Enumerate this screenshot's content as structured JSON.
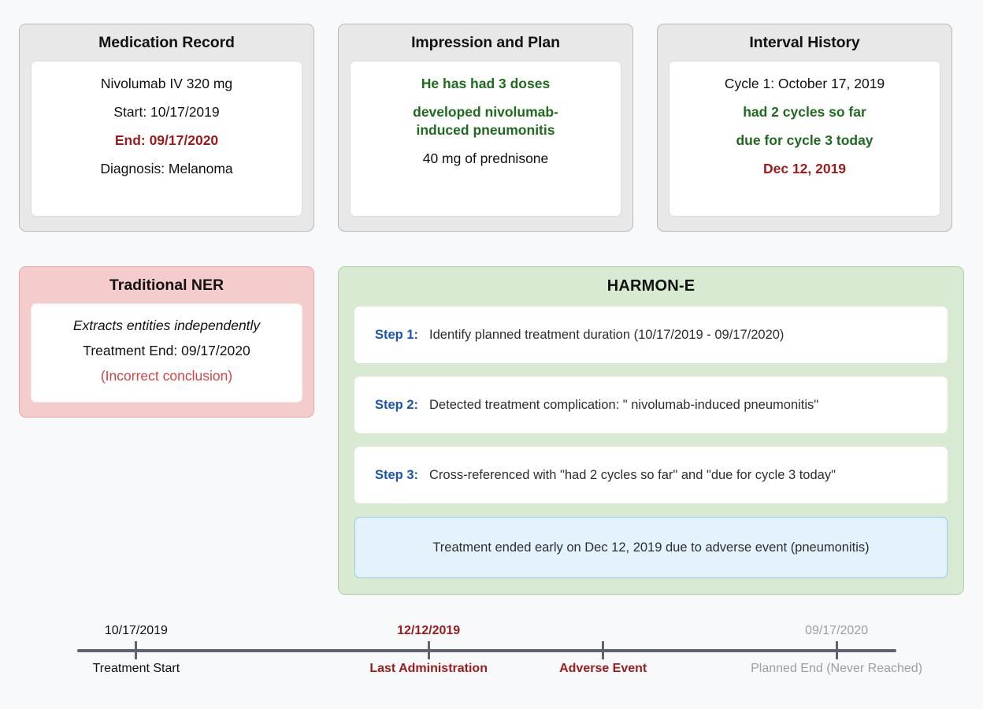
{
  "source_cards": [
    {
      "title": "Medication Record",
      "lines": [
        {
          "text": "Nivolumab IV 320 mg",
          "style": "plain"
        },
        {
          "text": "Start: 10/17/2019",
          "style": "plain"
        },
        {
          "text": "End: 09/17/2020",
          "style": "red"
        },
        {
          "text": "Diagnosis: Melanoma",
          "style": "plain"
        }
      ]
    },
    {
      "title": "Impression and Plan",
      "lines": [
        {
          "text": "He has had 3 doses",
          "style": "green"
        },
        {
          "text": "developed nivolumab-induced pneumonitis",
          "style": "green"
        },
        {
          "text": "40 mg of prednisone",
          "style": "plain"
        }
      ]
    },
    {
      "title": "Interval History",
      "lines": [
        {
          "text": "Cycle 1: October 17, 2019",
          "style": "plain"
        },
        {
          "text": "had 2 cycles so far",
          "style": "green"
        },
        {
          "text": "due for cycle 3 today",
          "style": "green"
        },
        {
          "text": "Dec 12, 2019",
          "style": "red"
        }
      ]
    }
  ],
  "ner_card": {
    "title": "Traditional NER",
    "line_italic": "Extracts entities independently",
    "line_value": "Treatment End: 09/17/2020",
    "line_verdict": "(Incorrect conclusion)"
  },
  "harmon": {
    "title": "HARMON-E",
    "steps": [
      {
        "label": "Step 1:",
        "text": "Identify planned treatment duration (10/17/2019 - 09/17/2020)"
      },
      {
        "label": "Step 2:",
        "text": "Detected treatment complication: \" nivolumab-induced pneumonitis\""
      },
      {
        "label": "Step 3:",
        "text": "Cross-referenced with \"had 2 cycles so far\" and \"due for cycle 3 today\""
      }
    ],
    "conclusion": "Treatment ended early on Dec 12, 2019 due to adverse event (pneumonitis)"
  },
  "timeline": {
    "points": [
      {
        "date": "10/17/2019",
        "label": "Treatment Start",
        "pos_pct": 7.2,
        "style": "normal"
      },
      {
        "date": "12/12/2019",
        "label": "Last Administration",
        "pos_pct": 42.9,
        "style": "accent"
      },
      {
        "date": "",
        "label": "Adverse Event",
        "pos_pct": 64.2,
        "style": "accent"
      },
      {
        "date": "09/17/2020",
        "label": "Planned End (Never Reached)",
        "pos_pct": 92.7,
        "style": "muted"
      }
    ]
  },
  "colors": {
    "page_background": "#f7f9fb",
    "card_background": "#e8e8e8",
    "card_border": "#b9b9b9",
    "ner_background": "#f4cccc",
    "ner_border": "#e7a7a7",
    "harmon_background": "#d9ead3",
    "harmon_border": "#a9d3a3",
    "conclusion_background": "#e3f2fd",
    "conclusion_border": "#90caf9",
    "accent_red": "#9e1b1b",
    "accent_green": "#1e6b1e",
    "step_blue": "#1a56b0",
    "muted_gray": "#9aa0a6",
    "axis_gray": "#5c6470"
  }
}
